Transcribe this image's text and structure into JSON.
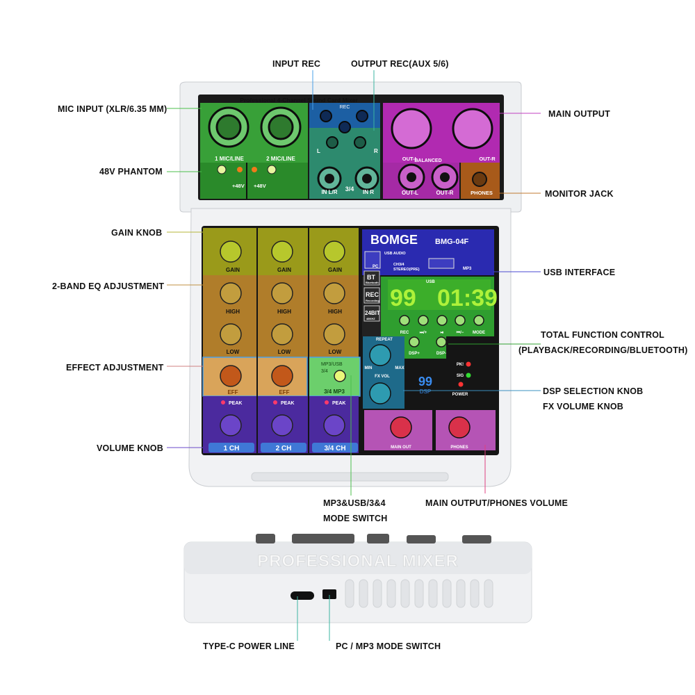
{
  "labels": {
    "input_rec": "INPUT REC",
    "output_rec": "OUTPUT REC(AUX 5/6)",
    "mic_input": "MIC INPUT (XLR/6.35 MM)",
    "main_output": "MAIN OUTPUT",
    "phantom": "48V PHANTOM",
    "monitor_jack": "MONITOR JACK",
    "gain_knob": "GAIN KNOB",
    "usb_interface": "USB INTERFACE",
    "eq": "2-BAND EQ ADJUSTMENT",
    "effect": "EFFECT ADJUSTMENT",
    "total_function_1": "TOTAL FUNCTION CONTROL",
    "total_function_2": "(PLAYBACK/RECORDING/BLUETOOTH)",
    "dsp_knob": "DSP SELECTION KNOB",
    "fx_knob": "FX VOLUME KNOB",
    "volume_knob": "VOLUME KNOB",
    "mode_switch_1": "MP3&USB/3&4",
    "mode_switch_2": "MODE SWITCH",
    "main_phones_volume": "MAIN OUTPUT/PHONES VOLUME",
    "typec": "TYPE-C POWER LINE",
    "pc_mp3": "PC / MP3 MODE SWITCH"
  },
  "device": {
    "top_title": "Professional 4-Channel Sound Card Mixer",
    "rec": "REC",
    "l": "L",
    "r": "R",
    "ch1_jack": "1  MIC/LINE",
    "ch2_jack": "2  MIC/LINE",
    "plus48v_1": "+48V",
    "plus48v_2": "+48V",
    "in_lr": "IN L/R",
    "ch34_num": "3/4",
    "in_r": "IN R",
    "out_l_top": "OUT-L",
    "out_r_top": "OUT-R",
    "balanced": "BALANCED",
    "out_l_bottom": "OUT-L",
    "out_r_bottom": "OUT-R",
    "phones_jack": "PHONES",
    "brand": "BOMGE",
    "model": "BMG-04F",
    "usb_audio": "USB AUDIO",
    "ch34_stereo_1": "CH3/4",
    "ch34_stereo_2": "STEREO(PRE)",
    "pc": "PC",
    "mp3": "MP3",
    "bt": "BT",
    "bt_sub": "Bluetooth",
    "rec_btn": "REC",
    "rec_sub": "Recording",
    "bit": "24BIT",
    "bit_sub": "48KHZ",
    "usb_small": "USB",
    "display_left": "99",
    "display_right": "01:39",
    "ctrl_labels": [
      "REC",
      "⏭/+",
      "⏯",
      "⏮/−",
      "MODE"
    ],
    "repeat": "REPEAT",
    "dsp_plus": "DSP+",
    "dsp_minus": "DSP-",
    "fx_vol": "FX VOL",
    "min": "MIN",
    "max": "MAX",
    "dsp_num": "99",
    "dsp_word": "DSP",
    "pk": "PK!",
    "sig": "SIG",
    "power": "POWER",
    "gain": "GAIN",
    "high": "HIGH",
    "low": "LOW",
    "eff": "EFF",
    "peak": "PEAK",
    "mp3usb": "MP3/USB",
    "sw34": "3/4",
    "mode_34mp3": "3/4 MP3",
    "ch_names": [
      "1 CH",
      "2 CH",
      "3/4 CH"
    ],
    "main_out": "MAIN OUT",
    "phones": "PHONES",
    "bottom_brand": "PROFESSIONAL MIXER"
  }
}
